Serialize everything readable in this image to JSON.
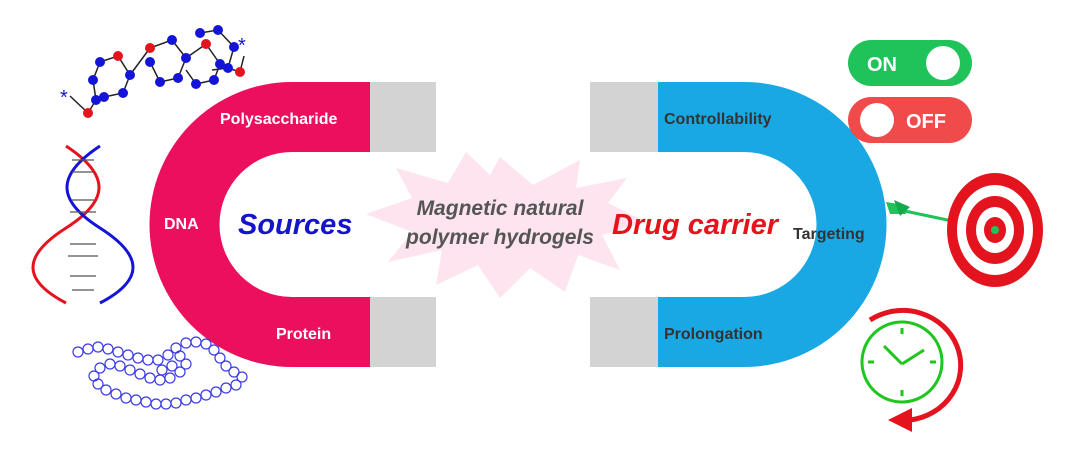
{
  "left_magnet": {
    "title": "Sources",
    "labels": {
      "top": "Polysaccharide",
      "middle": "DNA",
      "bottom": "Protein"
    }
  },
  "center": {
    "line1": "Magnetic natural",
    "line2": "polymer hydrogels"
  },
  "right_magnet": {
    "title": "Drug carrier",
    "labels": {
      "top": "Controllability",
      "middle": "Targeting",
      "bottom": "Prolongation"
    }
  },
  "toggles": {
    "on_label": "ON",
    "off_label": "OFF"
  },
  "polymer_star_left": "*",
  "polymer_star_right": "*",
  "icons": [
    "polysaccharide-chain-icon",
    "dna-helix-icon",
    "protein-chain-icon",
    "toggle-on-icon",
    "toggle-off-icon",
    "target-icon",
    "dart-icon",
    "clock-icon"
  ],
  "colors": {
    "left_magnet": "#ec0f5d",
    "right_magnet": "#1aa8e5",
    "pole": "#d3d3d3",
    "sources_text": "#1414c8",
    "drug_carrier_text": "#e8121c",
    "toggle_on": "#1fc35a",
    "toggle_off": "#f04a4a",
    "target": "#e3141e",
    "clock": "#1ec61e"
  }
}
